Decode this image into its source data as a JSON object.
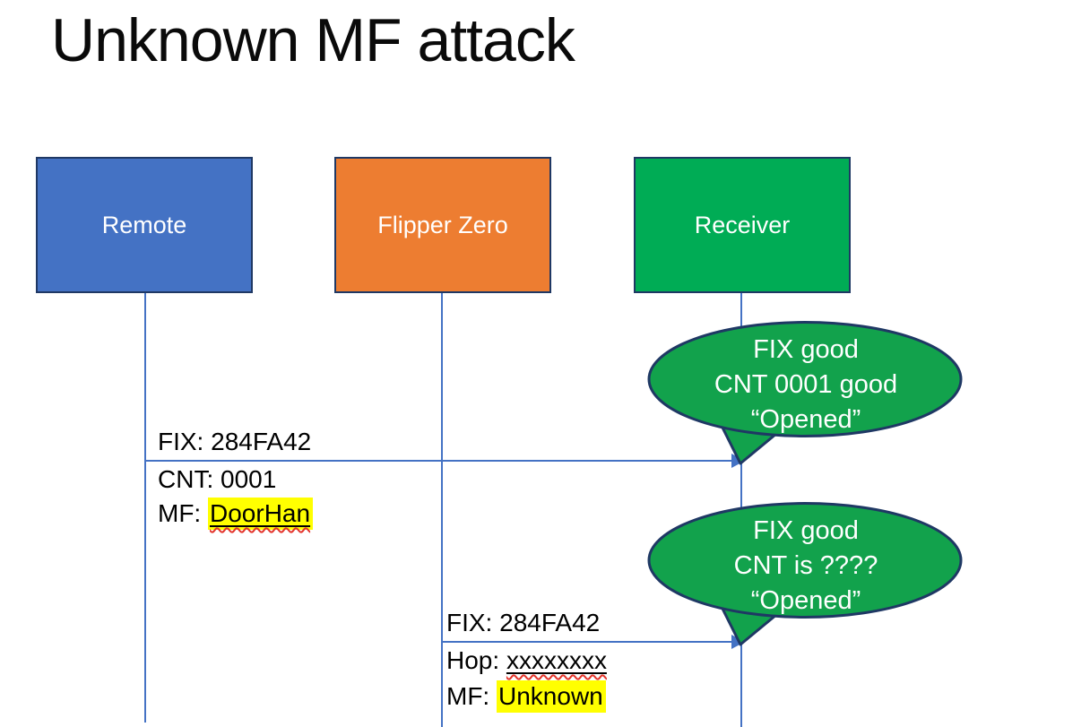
{
  "title": "Unknown MF attack",
  "actors": [
    {
      "id": "remote",
      "label": "Remote",
      "fill": "#4472C4"
    },
    {
      "id": "flipper",
      "label": "Flipper Zero",
      "fill": "#ED7D31"
    },
    {
      "id": "receiver",
      "label": "Receiver",
      "fill": "#00AC55"
    }
  ],
  "messages": [
    {
      "from": "Remote",
      "to": "Receiver",
      "line1": "FIX: 284FA42",
      "line2": "CNT: 0001",
      "line3_prefix": "MF: ",
      "line3_highlight": "DoorHan"
    },
    {
      "from": "Flipper Zero",
      "to": "Receiver",
      "line1": "FIX: 284FA42",
      "line2_prefix": "Hop: ",
      "line2_decorated": "xxxxxxxx",
      "line3_prefix": "MF: ",
      "line3_highlight": "Unknown"
    }
  ],
  "bubbles": [
    {
      "lines": [
        "FIX good",
        "CNT 0001 good",
        "“Opened”"
      ]
    },
    {
      "lines": [
        "FIX good",
        "CNT is ????",
        "“Opened”"
      ]
    }
  ],
  "icons": {
    "arrowhead": "arrowhead-icon"
  },
  "colors": {
    "actor_blue": "#4472C4",
    "actor_orange": "#ED7D31",
    "actor_green": "#00AC55",
    "bubble_green": "#12A24C",
    "shape_border_navy": "#1F3864",
    "connector_blue": "#4472C4",
    "highlight_yellow": "#FFFF00",
    "squiggle_red": "#E4342B",
    "text_black": "#000000",
    "text_white": "#FFFFFF"
  }
}
